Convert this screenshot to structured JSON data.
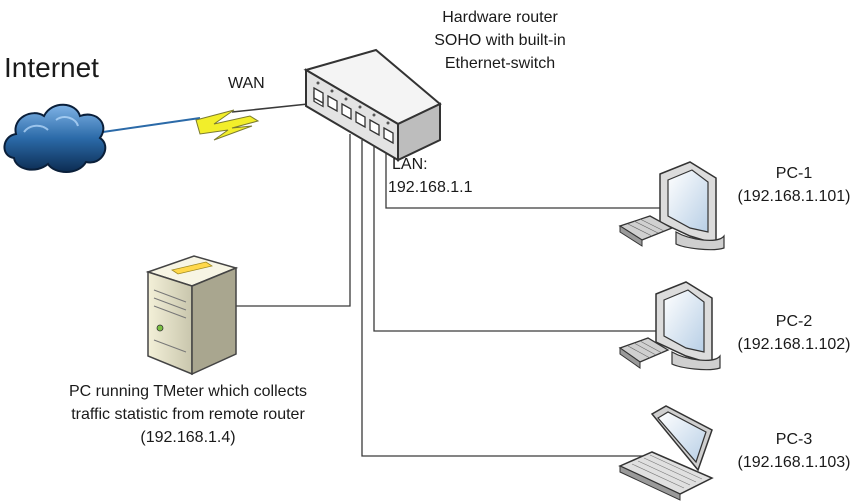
{
  "internet": {
    "label": "Internet",
    "icon": "cloud-icon"
  },
  "wan": {
    "label": "WAN",
    "icon": "lightning-icon"
  },
  "router": {
    "icon": "router-switch-icon",
    "label_lines": [
      "Hardware router",
      "SOHO with built-in",
      "Ethernet-switch"
    ],
    "lan_lines": [
      "LAN:",
      "192.168.1.1"
    ]
  },
  "pc1": {
    "icon": "desktop-pc-icon",
    "name": "PC-1",
    "ip": "(192.168.1.101)"
  },
  "pc2": {
    "icon": "desktop-pc-icon",
    "name": "PC-2",
    "ip": "(192.168.1.102)"
  },
  "pc3": {
    "icon": "laptop-icon",
    "name": "PC-3",
    "ip": "(192.168.1.103)"
  },
  "server": {
    "icon": "server-tower-icon",
    "label_lines": [
      "PC running TMeter which collects",
      "traffic statistic from remote router",
      "(192.168.1.4)"
    ]
  },
  "colors": {
    "cable": "#3a3a3a",
    "wan_bolt": "#f2ee2a",
    "cloud": "#1f4f86",
    "device_body": "#e8e8e8",
    "screen": "#d6e6f5"
  }
}
